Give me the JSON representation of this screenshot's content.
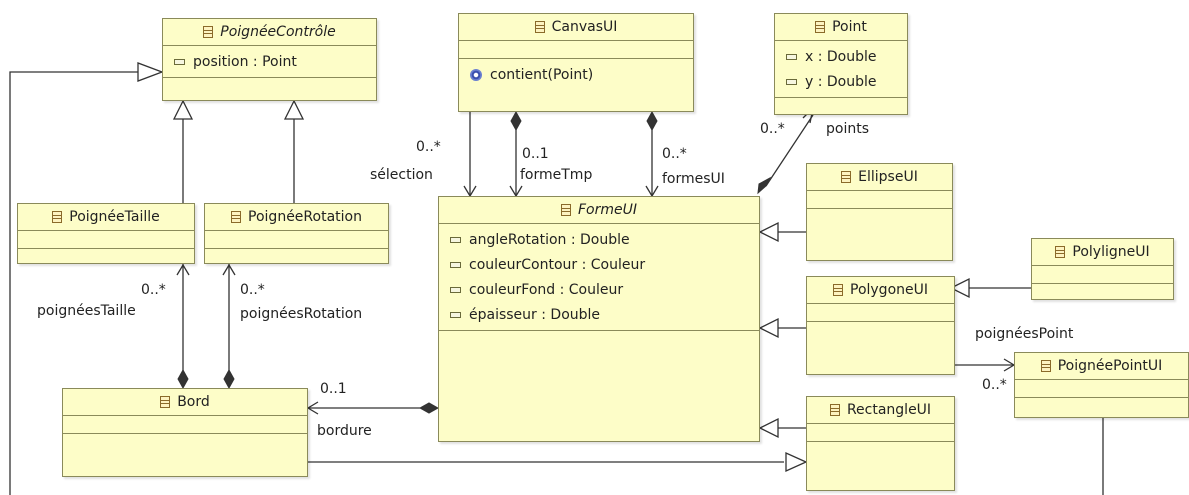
{
  "classes": {
    "poignee_controle": {
      "name": "PoignéeContrôle",
      "attrs": [
        "position : Point"
      ]
    },
    "canvas_ui": {
      "name": "CanvasUI",
      "ops": [
        "contient(Point)"
      ]
    },
    "point": {
      "name": "Point",
      "attrs": [
        "x : Double",
        "y : Double"
      ]
    },
    "forme_ui": {
      "name": "FormeUI",
      "attrs": [
        "angleRotation : Double",
        "couleurContour : Couleur",
        "couleurFond : Couleur",
        "épaisseur : Double"
      ]
    },
    "ellipse_ui": {
      "name": "EllipseUI"
    },
    "polyligne_ui": {
      "name": "PolyligneUI"
    },
    "polygone_ui": {
      "name": "PolygoneUI"
    },
    "rectangle_ui": {
      "name": "RectangleUI"
    },
    "poignee_point_ui": {
      "name": "PoignéePointUI"
    },
    "poignee_taille": {
      "name": "PoignéeTaille"
    },
    "poignee_rotation": {
      "name": "PoignéeRotation"
    },
    "bord": {
      "name": "Bord"
    }
  },
  "labels": {
    "selection_mult": "0..*",
    "selection_role": "sélection",
    "formetmp_mult": "0..1",
    "formetmp_role": "formeTmp",
    "formesui_mult": "0..*",
    "formesui_role": "formesUI",
    "points_mult": "0..*",
    "points_role": "points",
    "taille_mult": "0..*",
    "taille_role": "poignéesTaille",
    "rotation_mult": "0..*",
    "rotation_role": "poignéesRotation",
    "bordure_mult": "0..1",
    "bordure_role": "bordure",
    "pointui_role": "poignéesPoint",
    "pointui_mult": "0..*"
  }
}
